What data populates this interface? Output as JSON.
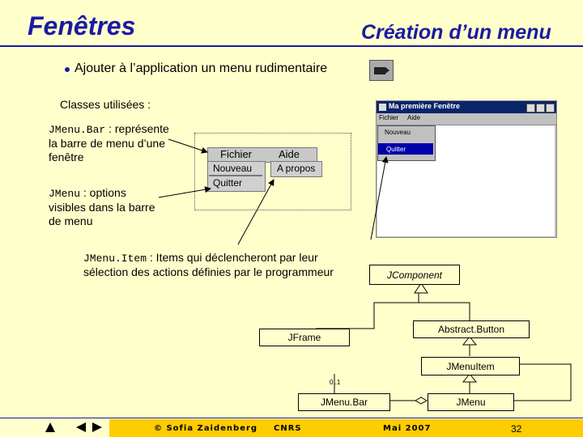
{
  "header": {
    "title": "Fenêtres",
    "subtitle": "Création d’un menu"
  },
  "bullet": {
    "text": "Ajouter à l’application un menu rudimentaire"
  },
  "classes_heading": "Classes utilisées :",
  "notes": {
    "menubar_code": "JMenu.Bar",
    "menubar_desc1": " : représente",
    "menubar_desc2": "la barre de menu d’une",
    "menubar_desc3": "fenêtre",
    "jmenu_code": "JMenu",
    "jmenu_desc1": " : options",
    "jmenu_desc2": "visibles dans la barre",
    "jmenu_desc3": "de menu",
    "item_code": "JMenu.Item",
    "item_desc1": " : Items qui déclencheront par leur",
    "item_desc2": "sélection des actions définies par le programmeur"
  },
  "mock_menu": {
    "menus": [
      "Fichier",
      "Aide"
    ],
    "fichier_items": [
      "Nouveau",
      "Quitter"
    ],
    "aide_items": [
      "A propos"
    ]
  },
  "mini_window": {
    "title": "Ma première Fenêtre",
    "menus": [
      "Fichier",
      "Aide"
    ],
    "items": [
      "Nouveau",
      "Quitter"
    ]
  },
  "uml": {
    "jcomponent": "JComponent",
    "abstract_button": "Abstract.Button",
    "jframe": "JFrame",
    "jmenuitem": "JMenuItem",
    "jmenubar": "JMenu.Bar",
    "jmenu": "JMenu",
    "multiplicity": "0..1"
  },
  "footer": {
    "author": "© Sofia Zaidenberg",
    "org": "CNRS",
    "date": "Mai 2007",
    "page": "32"
  },
  "colors": {
    "accent": "#1a1aa6",
    "background": "#ffffcc",
    "footer_box": "#ffcc00",
    "selected": "#0000aa"
  }
}
